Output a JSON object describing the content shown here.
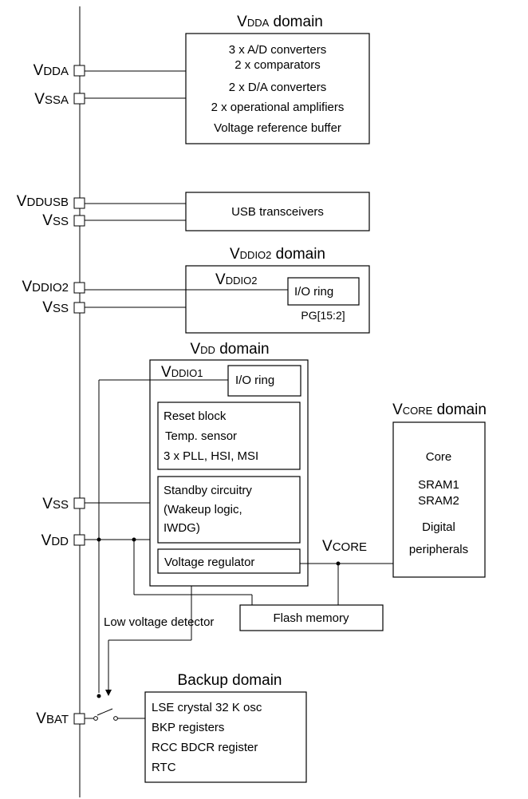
{
  "domains": {
    "vdda": {
      "title_main": "V",
      "title_sub": "DDA",
      "title_rest": " domain",
      "items": [
        "3 x A/D converters",
        "2 x comparators",
        "2 x D/A converters",
        "2 x operational amplifiers",
        "Voltage reference buffer"
      ]
    },
    "usb": {
      "label": "USB transceivers"
    },
    "vddio2": {
      "title_main": "V",
      "title_sub": "DDIO2",
      "title_rest": " domain",
      "inner_main": "V",
      "inner_sub": "DDIO2",
      "io_ring": "I/O ring",
      "pins": "PG[15:2]"
    },
    "vdd": {
      "title_main": "V",
      "title_sub": "DD",
      "title_rest": " domain",
      "inner_main": "V",
      "inner_sub": "DDIO1",
      "io_ring": "I/O ring",
      "reset_items": [
        "Reset block",
        "Temp. sensor",
        "3 x PLL, HSI, MSI"
      ],
      "standby_items": [
        "Standby circuitry",
        "(Wakeup logic,",
        "IWDG)"
      ],
      "regulator": "Voltage regulator"
    },
    "vcore": {
      "title_main": "V",
      "title_sub": "CORE",
      "title_rest": " domain",
      "items": [
        "Core",
        "SRAM1",
        "SRAM2",
        "Digital",
        "peripherals"
      ],
      "net_main": "V",
      "net_sub": "CORE"
    },
    "flash": {
      "label": "Flash memory"
    },
    "lvd": {
      "label": "Low voltage detector"
    },
    "backup": {
      "title": "Backup domain",
      "items": [
        "LSE crystal 32 K osc",
        "BKP registers",
        "RCC BDCR register",
        "RTC"
      ]
    }
  },
  "pins": [
    {
      "main": "V",
      "sub": "DDA"
    },
    {
      "main": "V",
      "sub": "SSA"
    },
    {
      "main": "V",
      "sub": "DDUSB"
    },
    {
      "main": "V",
      "sub": "SS"
    },
    {
      "main": "V",
      "sub": "DDIO2"
    },
    {
      "main": "V",
      "sub": "SS"
    },
    {
      "main": "V",
      "sub": "SS"
    },
    {
      "main": "V",
      "sub": "DD"
    },
    {
      "main": "V",
      "sub": "BAT"
    }
  ]
}
